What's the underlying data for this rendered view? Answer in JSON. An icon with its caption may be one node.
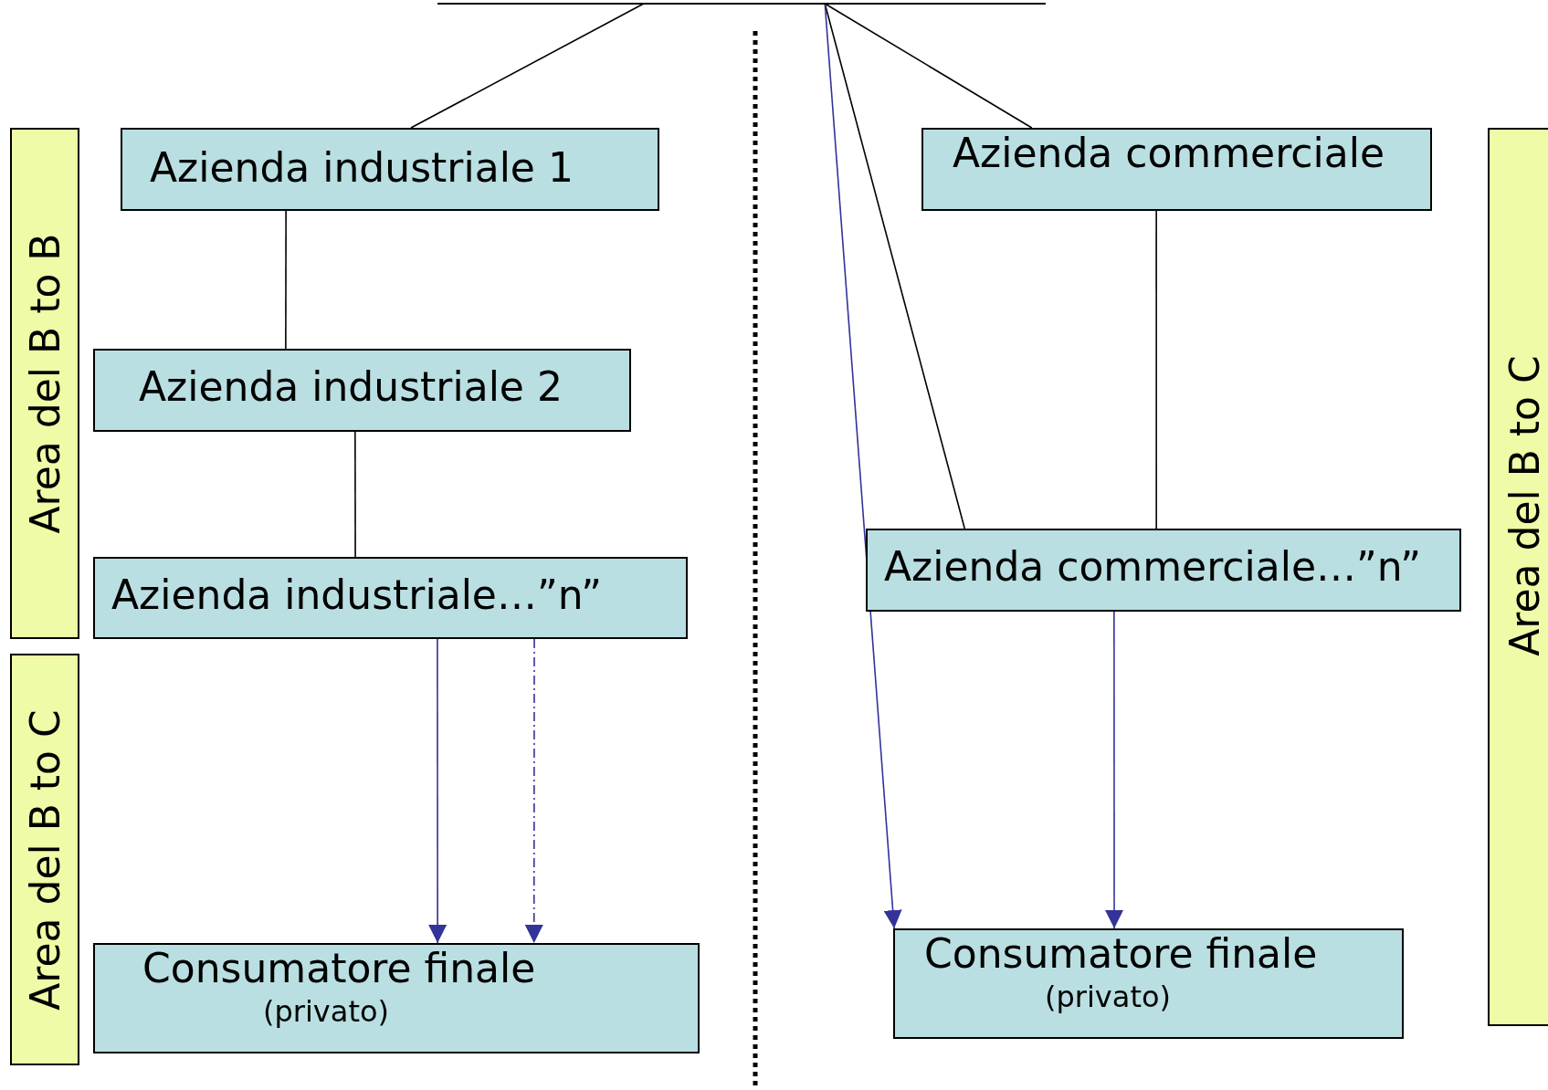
{
  "diagram": {
    "nodes": [
      {
        "text": [],
        "shape": "bar"
      },
      {
        "text": [
          "Area del B to B"
        ]
      },
      {
        "text": [
          "Azienda industriale 1"
        ]
      },
      {
        "text": [
          "Azienda industriale 2"
        ]
      },
      {
        "text": [
          "Azienda industriale…”n”"
        ]
      },
      {
        "text": [
          "Area del B to C"
        ]
      },
      {
        "text": [
          "Consumatore finale",
          "(privato)"
        ]
      },
      {
        "text": [
          "Azienda commerciale"
        ]
      },
      {
        "text": [
          "Azienda commerciale…”n”"
        ]
      },
      {
        "text": [
          "Consumatore finale",
          "(privato)"
        ]
      },
      {
        "text": [
          "Area del B to C"
        ]
      }
    ],
    "edges": [
      {
        "from": 0,
        "to": 2,
        "arrow": "none"
      },
      {
        "from": 0,
        "to": 7,
        "arrow": "none"
      },
      {
        "from": 0,
        "to": 8,
        "arrow": "none"
      },
      {
        "from": 0,
        "to": 9,
        "arrow": "to",
        "color": "#333399"
      },
      {
        "from": 2,
        "to": 3,
        "arrow": "none"
      },
      {
        "from": 3,
        "to": 4,
        "arrow": "none"
      },
      {
        "from": 4,
        "to": 6,
        "arrow": "to",
        "color": "#333399"
      },
      {
        "from": 4,
        "to": 6,
        "arrow": "to",
        "style": "dashed",
        "color": "#333399"
      },
      {
        "from": 7,
        "to": 8,
        "arrow": "none"
      },
      {
        "from": 8,
        "to": 9,
        "arrow": "to",
        "color": "#333399"
      }
    ]
  }
}
